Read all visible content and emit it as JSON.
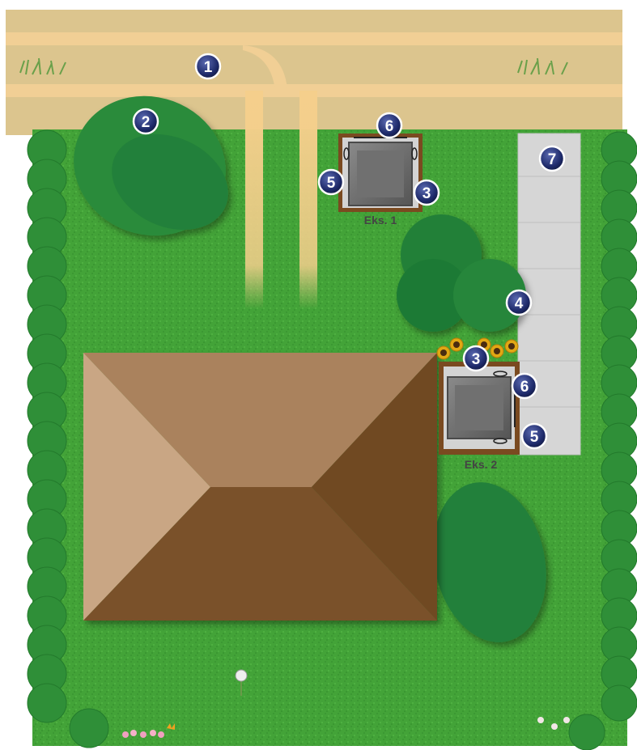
{
  "colors": {
    "road": "#dcc58e",
    "wheel_track": "#f5cf8c",
    "lawn": "#42a336",
    "lawn_dark": "#2d8a28",
    "hedge": "#2e9137",
    "tree": "#23813a",
    "path": "#d5d5d5",
    "roof_light": "#c9a684",
    "roof_top": "#aa825d",
    "roof_right": "#6f4823",
    "roof_bottom": "#7a512b",
    "marker": "#1e2a6a",
    "pad": "#7a4a20",
    "tank": "#6f6f6f"
  },
  "containers": [
    {
      "label": "Eks. 1"
    },
    {
      "label": "Eks. 2"
    }
  ],
  "markers": [
    "1",
    "2",
    "3",
    "4",
    "5",
    "6",
    "7",
    "3",
    "5",
    "6"
  ]
}
